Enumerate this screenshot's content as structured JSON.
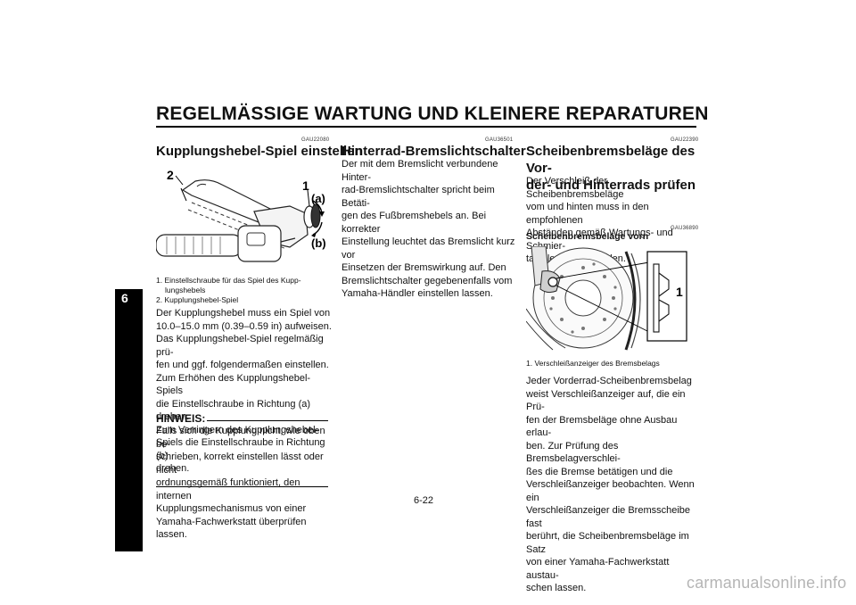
{
  "page": {
    "title": "REGELMÄSSIGE WARTUNG UND KLEINERE REPARATUREN",
    "chapter_tab": "6",
    "page_number": "6-22",
    "watermark": "carmanualsonline.info"
  },
  "col1": {
    "code": "GAU22080",
    "heading": "Kupplungshebel-Spiel einstellen",
    "figure_labels": {
      "n2": "2",
      "n1": "1",
      "a": "(a)",
      "b": "(b)"
    },
    "captions": [
      "1. Einstellschraube für das Spiel des Kupp-lungshebels",
      "2. Kupplungshebel-Spiel"
    ],
    "body": [
      "Der Kupplungshebel muss ein Spiel von",
      "10.0–15.0 mm (0.39–0.59 in) aufweisen.",
      "Das Kupplungshebel-Spiel regelmäßig prü-",
      "fen und ggf. folgendermaßen einstellen.",
      "Zum Erhöhen des Kupplungshebel-Spiels",
      "die Einstellschraube in Richtung (a) drehen.",
      "Zum Verringern des Kupplungshebel-",
      "Spiels die Einstellschraube in Richtung (b)",
      "drehen."
    ],
    "note_title": "HINWEIS:",
    "note_body": [
      "Falls sich die Kupplung nicht, wie oben be-",
      "schrieben, korrekt einstellen lässt oder nicht",
      "ordnungsgemäß funktioniert, den internen",
      "Kupplungsmechanismus von einer",
      "Yamaha-Fachwerkstatt überprüfen lassen."
    ]
  },
  "col2": {
    "code": "GAU36501",
    "heading": "Hinterrad-Bremslichtschalter",
    "body": [
      "Der mit dem Bremslicht verbundene Hinter-",
      "rad-Bremslichtschalter spricht beim Betäti-",
      "gen des Fußbremshebels an. Bei korrekter",
      "Einstellung leuchtet das Bremslicht kurz vor",
      "Einsetzen der Bremswirkung auf. Den",
      "Bremslichtschalter gegebenenfalls vom",
      "Yamaha-Händler einstellen lassen."
    ]
  },
  "col3": {
    "code": "GAU22390",
    "heading_lines": [
      "Scheibenbremsbeläge des Vor-",
      "der- und Hinterrads prüfen"
    ],
    "intro": [
      "Der Verschleiß der Scheibenbremsbeläge",
      "vom und hinten muss in den empfohlenen",
      "Abständen gemäß Wartungs- und Schmier-",
      "tabelle geprüft werden."
    ],
    "sub_code": "GAU36890",
    "subheading": "Scheibenbremsbeläge vorn",
    "figure_labels": {
      "n1": "1"
    },
    "caption": "1. Verschleißanzeiger des Bremsbelags",
    "body": [
      "Jeder Vorderrad-Scheibenbremsbelag",
      "weist Verschleißanzeiger auf, die ein Prü-",
      "fen der Bremsbeläge ohne Ausbau erlau-",
      "ben. Zur Prüfung des Bremsbelagverschlei-",
      "ßes die Bremse betätigen und die",
      "Verschleißanzeiger beobachten. Wenn ein",
      "Verschleißanzeiger die Bremsscheibe fast",
      "berührt, die Scheibenbremsbeläge im Satz",
      "von einer Yamaha-Fachwerkstatt austau-",
      "schen lassen."
    ]
  }
}
